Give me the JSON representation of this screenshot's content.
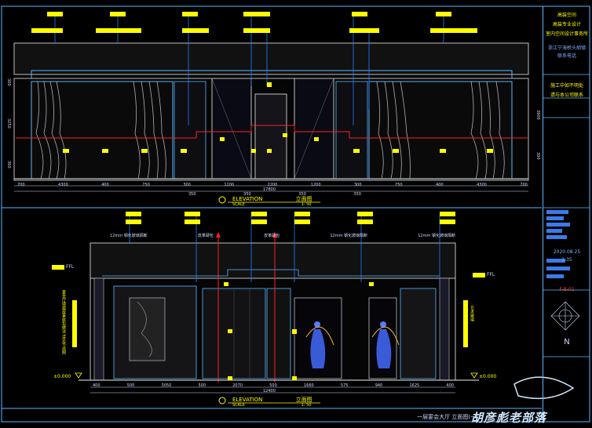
{
  "sheet": {
    "title": "一层宴会大厅 立面图(一)",
    "watermark": "胡彦彪老部落"
  },
  "elevation_a": {
    "caption": "ELEVATION",
    "caption_cn": "立面图",
    "scale_label": "SCALE",
    "scale_value": "1: 50",
    "dims_bottom": [
      "700",
      "4300",
      "400",
      "750",
      "300",
      "1200",
      "2200",
      "1200",
      "300",
      "750",
      "400",
      "4300",
      "700"
    ],
    "dim_total": "17800",
    "dims_second": [
      "350",
      "350",
      "350",
      "350"
    ],
    "height_left": [
      "300",
      "3250",
      "300"
    ],
    "height_right": [
      "3900",
      "300"
    ]
  },
  "elevation_b": {
    "caption": "ELEVATION",
    "caption_cn": "立面图",
    "scale_label": "SCALE",
    "scale_value": "1: 50",
    "level_left": "±0.000",
    "level_right": "±0.000",
    "ffl_left": "FFL",
    "ffl_right": "FFL",
    "dims_bottom": [
      "400",
      "500",
      "3050",
      "500",
      "2070",
      "500",
      "1660",
      "575",
      "940",
      "1625",
      "400"
    ],
    "dim_total": "12400",
    "notes": [
      "12mm 钢化玻璃隔断",
      "皮革硬包",
      "皮革硬包",
      "12mm 钢化玻璃隔断",
      "12mm 钢化玻璃隔断"
    ],
    "vertical_note_left": "宴会厅墙面皮革软包做法 详见节点图",
    "vertical_note_right": "艺术玻璃"
  },
  "title_block": {
    "company_1": "高装空间",
    "company_2": "高装专业设计",
    "company_3": "室内空间设计事务所",
    "address": "浙江宁海桥头胡镇",
    "phone": "联系电话",
    "note_1": "施工中如不明处",
    "note_2": "请与本公司联系",
    "date": "2020.08.25",
    "scale": "1:35",
    "drawing_no": "F-B-01",
    "north": "N"
  },
  "colors": {
    "frame": "#5ab8ff",
    "annotation": "#ffff00",
    "accent_red": "#ff2020",
    "drape": "#b0b0b8",
    "panel": "#1a1a2e"
  }
}
